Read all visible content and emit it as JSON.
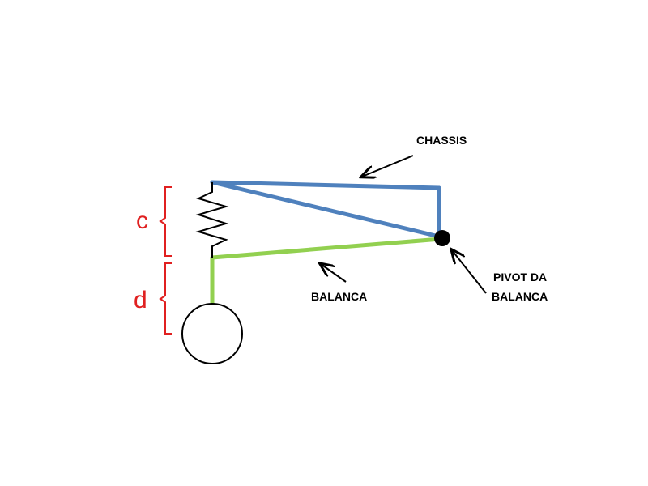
{
  "labels": {
    "chassis": "CHASSIS",
    "balanca": "BALANCA",
    "pivot_line1": "PIVOT DA",
    "pivot_line2": "BALANCA",
    "dim_c": "c",
    "dim_d": "d"
  },
  "colors": {
    "chassis": "#4f81bd",
    "balanca": "#92d050",
    "dimension": "#e02020",
    "ink": "#000000"
  }
}
